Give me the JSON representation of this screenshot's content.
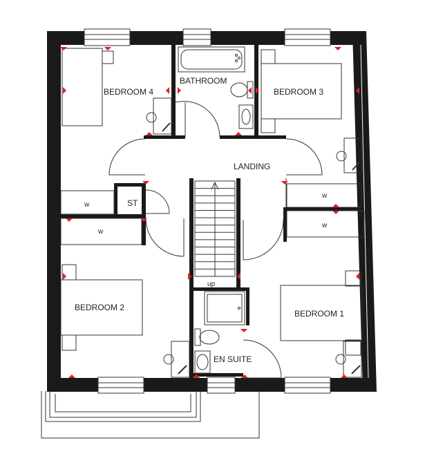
{
  "rooms": {
    "bedroom4": "BEDROOM 4",
    "bathroom": "BATHROOM",
    "bedroom3": "BEDROOM 3",
    "landing": "LANDING",
    "store": "ST",
    "bedroom2": "BEDROOM 2",
    "bedroom1": "BEDROOM 1",
    "en_suite": "EN SUITE"
  },
  "wardrobe_marks": {
    "w1": "w",
    "w2": "w",
    "w3": "w",
    "w4": "w"
  },
  "stairs_label": "up",
  "colors": {
    "wall": "#1a1a1a",
    "line": "#333333",
    "marker": "#e02020"
  }
}
